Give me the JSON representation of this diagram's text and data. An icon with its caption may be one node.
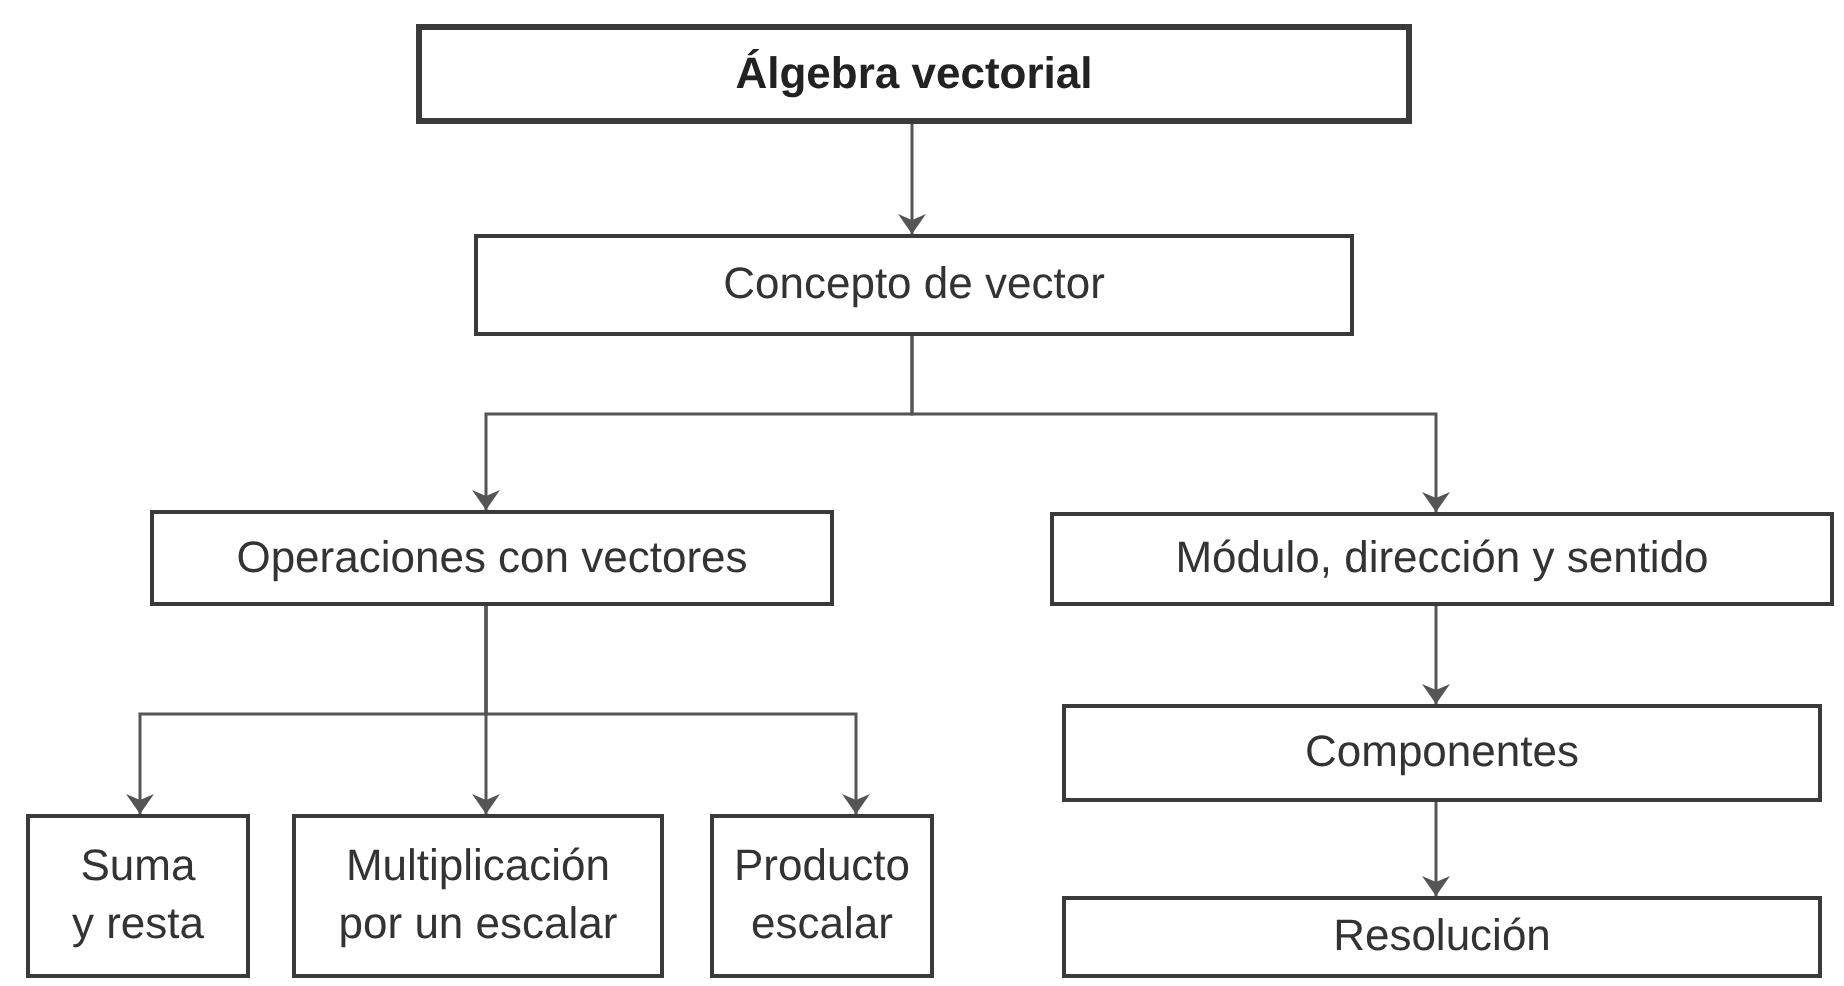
{
  "diagram": {
    "nodes": [
      {
        "text": [
          "Álgebra vectorial"
        ]
      },
      {
        "text": [
          "Concepto de vector"
        ]
      },
      {
        "text": [
          "Operaciones con vectores"
        ]
      },
      {
        "text": [
          "Módulo, dirección y sentido"
        ]
      },
      {
        "text": [
          "Suma y resta"
        ]
      },
      {
        "text": [
          "Multiplicación por un escalar"
        ]
      },
      {
        "text": [
          "Producto escalar"
        ]
      },
      {
        "text": [
          "Componentes"
        ]
      },
      {
        "text": [
          "Resolución"
        ]
      }
    ],
    "edges": [
      {
        "from": 0,
        "to": 1,
        "arrow": "to"
      },
      {
        "from": 1,
        "to": 2,
        "arrow": "to"
      },
      {
        "from": 1,
        "to": 3,
        "arrow": "to"
      },
      {
        "from": 2,
        "to": 4,
        "arrow": "to"
      },
      {
        "from": 2,
        "to": 5,
        "arrow": "to"
      },
      {
        "from": 2,
        "to": 6,
        "arrow": "to"
      },
      {
        "from": 3,
        "to": 7,
        "arrow": "to"
      },
      {
        "from": 7,
        "to": 8,
        "arrow": "to"
      }
    ]
  }
}
